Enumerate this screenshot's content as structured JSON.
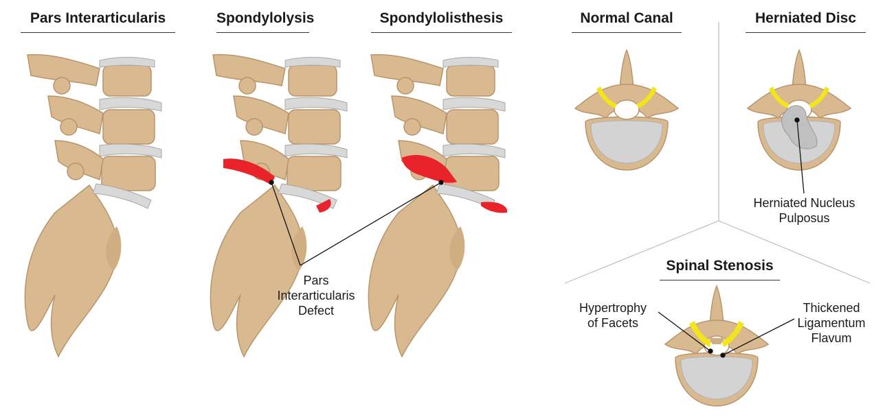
{
  "titles": {
    "pars": "Pars Interarticularis",
    "spondylolysis": "Spondylolysis",
    "spondylolisthesis": "Spondylolisthesis",
    "normal_canal": "Normal Canal",
    "herniated_disc": "Herniated Disc",
    "stenosis": "Spinal Stenosis"
  },
  "labels": {
    "pars_defect": [
      "Pars",
      "Interarticularis",
      "Defect"
    ],
    "herniated_nucleus": [
      "Herniated Nucleus",
      "Pulposus"
    ],
    "hypertrophy": [
      "Hypertrophy",
      "of Facets"
    ],
    "ligamentum": [
      "Thickened",
      "Ligamentum",
      "Flavum"
    ]
  },
  "colors": {
    "bone": "#d9b98f",
    "bone_dark": "#b8946a",
    "disc": "#d8d8d8",
    "defect": "#e8232a",
    "ligament": "#f2e51a"
  }
}
